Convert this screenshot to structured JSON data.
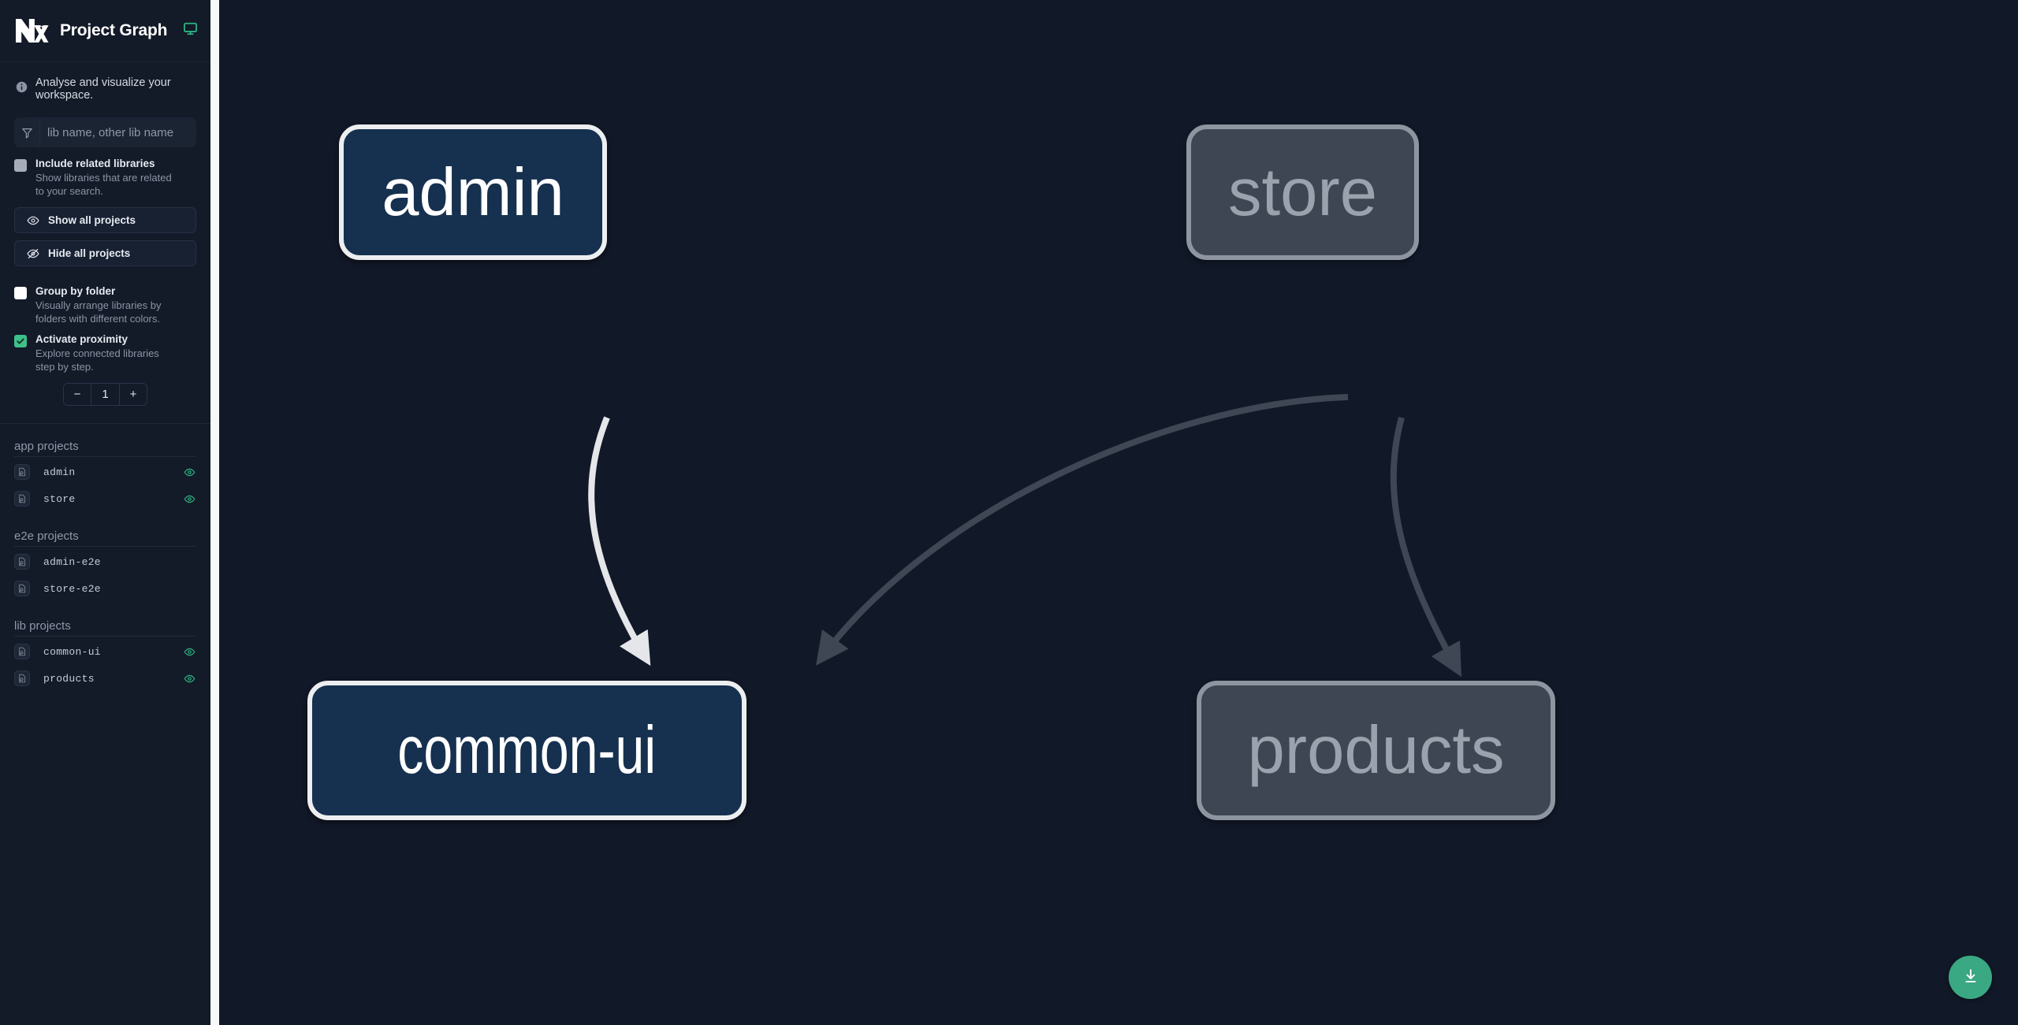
{
  "app": {
    "title": "Project Graph",
    "logo_alt": "nx-logo",
    "display_mode_icon": "monitor-icon",
    "tagline": "Analyse and visualize your workspace."
  },
  "search": {
    "placeholder": "lib name, other lib name",
    "value": "",
    "icon": "filter-icon"
  },
  "options": [
    {
      "id": "include-related-libraries",
      "title": "Include related libraries",
      "desc": "Show libraries that are related to your search.",
      "state": "grey",
      "checked": false
    },
    {
      "id": "group-by-folder",
      "title": "Group by folder",
      "desc": "Visually arrange libraries by folders with different colors.",
      "state": "white",
      "checked": false
    },
    {
      "id": "activate-proximity",
      "title": "Activate proximity",
      "desc": "Explore connected libraries step by step.",
      "state": "green",
      "checked": true
    }
  ],
  "buttons": {
    "show_all": "Show all projects",
    "show_all_icon": "eye-icon",
    "hide_all": "Hide all projects",
    "hide_all_icon": "eye-off-icon"
  },
  "stepper": {
    "minus": "−",
    "value": "1",
    "plus": "+"
  },
  "groups": [
    {
      "title": "app projects",
      "projects": [
        {
          "name": "admin",
          "visible": true
        },
        {
          "name": "store",
          "visible": true
        }
      ]
    },
    {
      "title": "e2e projects",
      "projects": [
        {
          "name": "admin-e2e",
          "visible": false
        },
        {
          "name": "store-e2e",
          "visible": false
        }
      ]
    },
    {
      "title": "lib projects",
      "projects": [
        {
          "name": "common-ui",
          "visible": true
        },
        {
          "name": "products",
          "visible": true
        }
      ]
    }
  ],
  "graph": {
    "nodes": [
      {
        "id": "admin",
        "label": "admin",
        "state": "focused"
      },
      {
        "id": "store",
        "label": "store",
        "state": "dim"
      },
      {
        "id": "common-ui",
        "label": "common-ui",
        "state": "focused"
      },
      {
        "id": "products",
        "label": "products",
        "state": "dim"
      }
    ],
    "edges": [
      {
        "from": "admin",
        "to": "common-ui",
        "state": "focused"
      },
      {
        "from": "store",
        "to": "common-ui",
        "state": "dim"
      },
      {
        "from": "store",
        "to": "products",
        "state": "dim"
      }
    ]
  },
  "fab": {
    "label": "download-image-button",
    "icon": "download-icon"
  },
  "colors": {
    "accent_green": "#3aa882",
    "checkbox_green": "#3ec08a",
    "canvas_bg": "#111827",
    "sidebar_bg": "#131a28",
    "node_focus_fill": "#16304f",
    "node_focus_border": "#eceef0",
    "node_dim_fill": "#3f4653",
    "node_dim_border": "#8d95a1",
    "edge_focus": "#e4e6e9",
    "edge_dim": "#3f4654"
  }
}
